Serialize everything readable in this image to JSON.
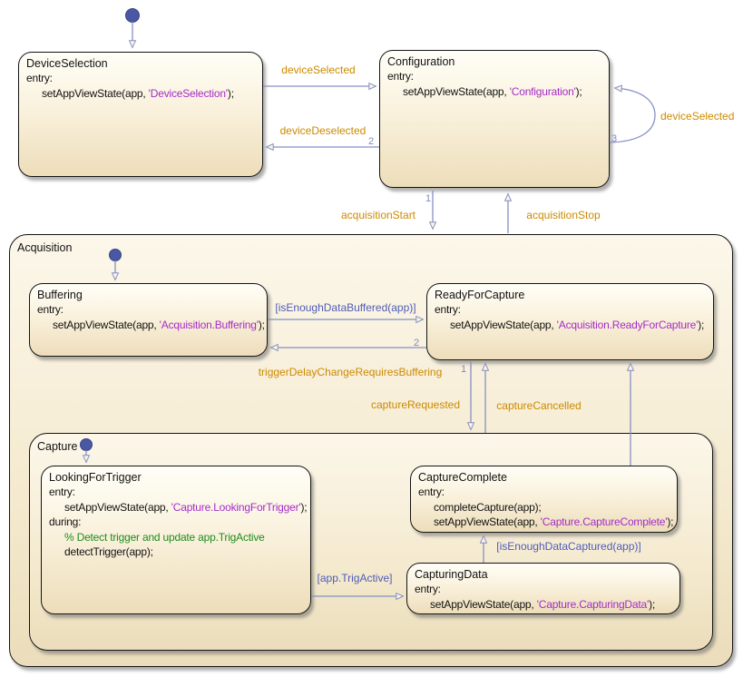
{
  "colors": {
    "transition_label": "#CC8A00",
    "condition_label": "#4E5CB8",
    "string_literal": "#A52CC9",
    "comment": "#1E8C1E",
    "arrow": "#8590C4",
    "initial_dot": "#4A57A4",
    "state_fill_top": "#FFFEF7",
    "state_fill_bottom": "#EDDDBA",
    "state_border": "#141414"
  },
  "containers": {
    "acquisition": {
      "title": "Acquisition"
    },
    "capture": {
      "title": "Capture"
    }
  },
  "states": {
    "device_selection": {
      "title": "DeviceSelection",
      "lines": [
        {
          "indent": false,
          "seg": [
            {
              "t": "entry:",
              "c": "code"
            }
          ]
        },
        {
          "indent": true,
          "seg": [
            {
              "t": "setAppViewState(app, ",
              "c": "code"
            },
            {
              "t": "'DeviceSelection'",
              "c": "str"
            },
            {
              "t": ");",
              "c": "code"
            }
          ]
        }
      ]
    },
    "configuration": {
      "title": "Configuration",
      "lines": [
        {
          "indent": false,
          "seg": [
            {
              "t": "entry:",
              "c": "code"
            }
          ]
        },
        {
          "indent": true,
          "seg": [
            {
              "t": "setAppViewState(app, ",
              "c": "code"
            },
            {
              "t": "'Configuration'",
              "c": "str"
            },
            {
              "t": ");",
              "c": "code"
            }
          ]
        }
      ]
    },
    "buffering": {
      "title": "Buffering",
      "lines": [
        {
          "indent": false,
          "seg": [
            {
              "t": "entry:",
              "c": "code"
            }
          ]
        },
        {
          "indent": true,
          "seg": [
            {
              "t": "setAppViewState(app, ",
              "c": "code"
            },
            {
              "t": "'Acquisition.Buffering'",
              "c": "str"
            },
            {
              "t": ");",
              "c": "code"
            }
          ]
        }
      ]
    },
    "ready_for_capture": {
      "title": "ReadyForCapture",
      "lines": [
        {
          "indent": false,
          "seg": [
            {
              "t": "entry:",
              "c": "code"
            }
          ]
        },
        {
          "indent": true,
          "seg": [
            {
              "t": "setAppViewState(app, ",
              "c": "code"
            },
            {
              "t": "'Acquisition.ReadyForCapture'",
              "c": "str"
            },
            {
              "t": ");",
              "c": "code"
            }
          ]
        }
      ]
    },
    "looking_for_trigger": {
      "title": "LookingForTrigger",
      "lines": [
        {
          "indent": false,
          "seg": [
            {
              "t": "entry:",
              "c": "code"
            }
          ]
        },
        {
          "indent": true,
          "seg": [
            {
              "t": "setAppViewState(app, ",
              "c": "code"
            },
            {
              "t": "'Capture.LookingForTrigger'",
              "c": "str"
            },
            {
              "t": ");",
              "c": "code"
            }
          ]
        },
        {
          "indent": false,
          "seg": [
            {
              "t": "during:",
              "c": "code"
            }
          ]
        },
        {
          "indent": true,
          "seg": [
            {
              "t": "% Detect trigger and update app.TrigActive",
              "c": "comment"
            }
          ]
        },
        {
          "indent": true,
          "seg": [
            {
              "t": "detectTrigger(app);",
              "c": "code"
            }
          ]
        }
      ]
    },
    "capture_complete": {
      "title": "CaptureComplete",
      "lines": [
        {
          "indent": false,
          "seg": [
            {
              "t": "entry:",
              "c": "code"
            }
          ]
        },
        {
          "indent": true,
          "seg": [
            {
              "t": "completeCapture(app);",
              "c": "code"
            }
          ]
        },
        {
          "indent": true,
          "seg": [
            {
              "t": "setAppViewState(app, ",
              "c": "code"
            },
            {
              "t": "'Capture.CaptureComplete'",
              "c": "str"
            },
            {
              "t": ");",
              "c": "code"
            }
          ]
        }
      ]
    },
    "capturing_data": {
      "title": "CapturingData",
      "lines": [
        {
          "indent": false,
          "seg": [
            {
              "t": "entry:",
              "c": "code"
            }
          ]
        },
        {
          "indent": true,
          "seg": [
            {
              "t": "setAppViewState(app, ",
              "c": "code"
            },
            {
              "t": "'Capture.CapturingData'",
              "c": "str"
            },
            {
              "t": ");",
              "c": "code"
            }
          ]
        }
      ]
    }
  },
  "transition_labels": {
    "device_selected": "deviceSelected",
    "device_deselected": "deviceDeselected",
    "device_selected_loop": "deviceSelected",
    "acquisition_start": "acquisitionStart",
    "acquisition_stop": "acquisitionStop",
    "is_enough_data_buffered": "[isEnoughDataBuffered(app)]",
    "trigger_delay_change": "triggerDelayChangeRequiresBuffering",
    "capture_requested": "captureRequested",
    "capture_cancelled": "captureCancelled",
    "is_enough_data_captured": "[isEnoughDataCaptured(app)]",
    "app_trig_active": "[app.TrigActive]"
  },
  "transition_numbers": {
    "device_deselected": "2",
    "device_selected_loop": "3",
    "acquisition_start": "1",
    "trigger_delay_change": "2",
    "capture_requested": "1"
  }
}
